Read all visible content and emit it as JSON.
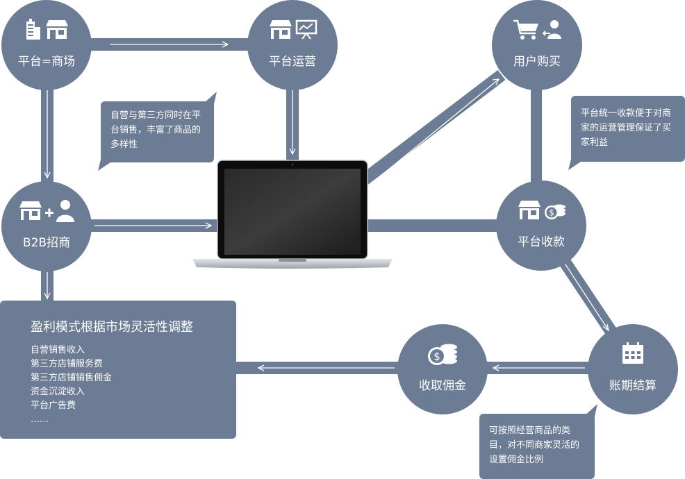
{
  "nodes": {
    "platform_mall": "平台=商场",
    "platform_ops": "平台运营",
    "user_purchase": "用户购买",
    "b2b_recruit": "B2B招商",
    "platform_collect": "平台收款",
    "commission": "收取佣金",
    "settlement": "账期结算"
  },
  "bubbles": {
    "self_and_third": "自营与第三方同时在平台销售，丰富了商品的多样性",
    "unified_collect": "平台统一收款便于对商家的运营管理保证了买家利益",
    "commission_ratio": "可按照经营商品的类目，对不同商家灵活的设置佣金比例"
  },
  "profit": {
    "title": "盈利模式根据市场灵活性调整",
    "items": [
      "自营销售收入",
      "第三方店铺服务费",
      "第三方店铺销售佣金",
      "资金沉淀收入",
      "平台广告费",
      "……"
    ]
  },
  "icons": {
    "platform_mall": [
      "building-icon",
      "storefront-icon"
    ],
    "platform_ops": [
      "storefront-icon",
      "presentation-chart-icon"
    ],
    "user_purchase": [
      "shopping-cart-icon",
      "user-arrow-icon"
    ],
    "b2b_recruit": [
      "storefront-icon",
      "plus-icon",
      "user-icon"
    ],
    "platform_collect": [
      "storefront-icon",
      "coins-icon"
    ],
    "commission": [
      "coins-icon"
    ],
    "settlement": [
      "calendar-icon"
    ]
  },
  "colors": {
    "node": "#6b7c94",
    "arrow": "#ffffff",
    "background": "#ffffff"
  }
}
